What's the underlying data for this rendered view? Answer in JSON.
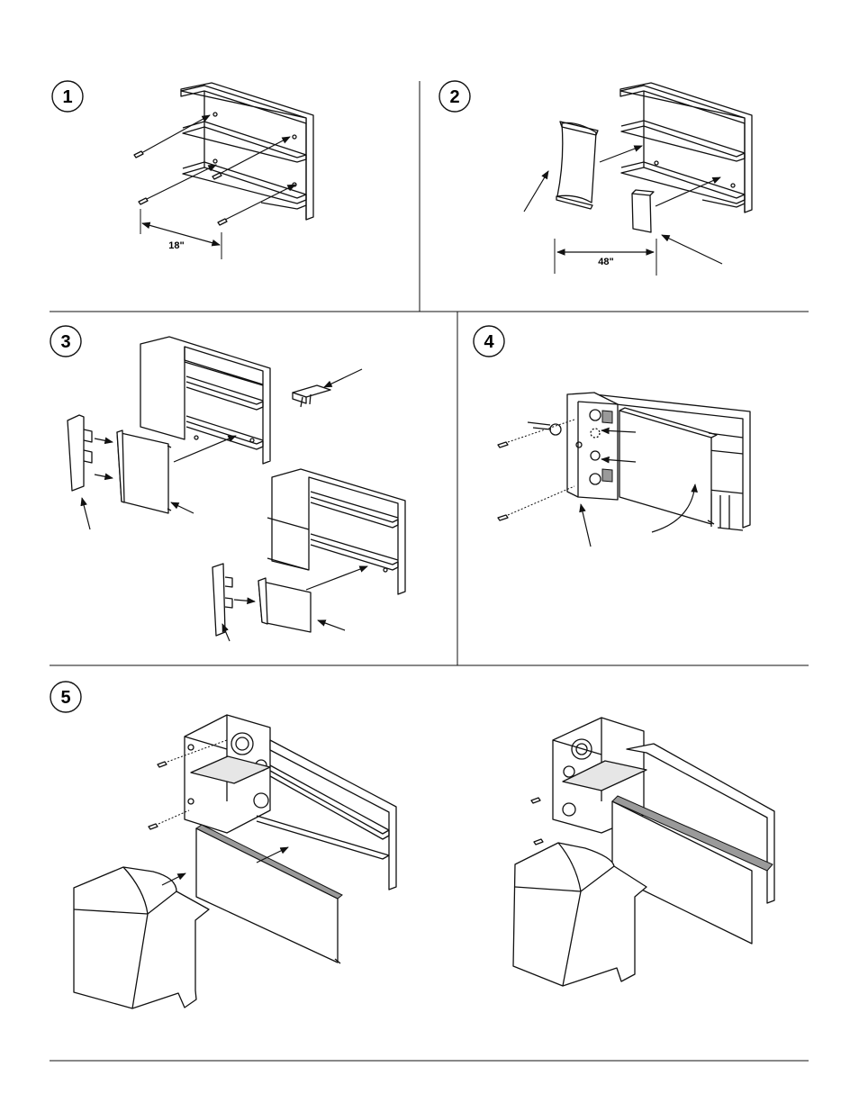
{
  "steps": [
    {
      "id": 1,
      "label": "1",
      "dimension": "18\""
    },
    {
      "id": 2,
      "label": "2",
      "dimension": "48\""
    },
    {
      "id": 3,
      "label": "3"
    },
    {
      "id": 4,
      "label": "4"
    },
    {
      "id": 5,
      "label": "5"
    }
  ]
}
